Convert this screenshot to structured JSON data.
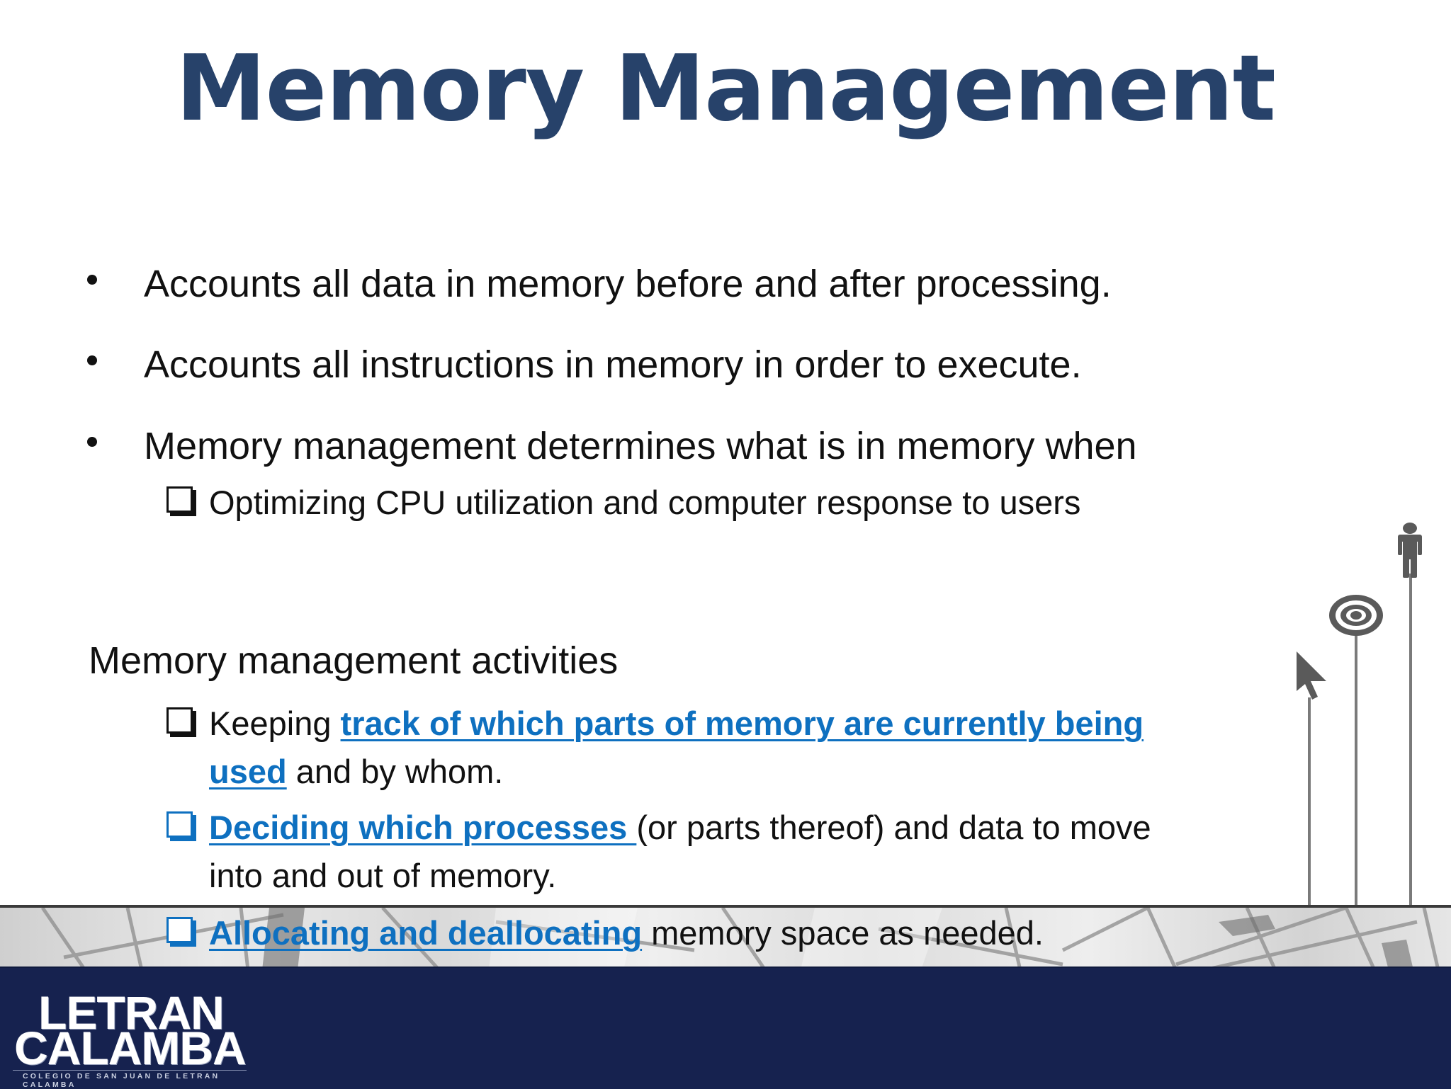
{
  "slide": {
    "title": "Memory Management",
    "colors": {
      "title": "#27426A",
      "body_text": "#111111",
      "link": "#0E70C0",
      "footer_bg": "#16224F",
      "decoration": "#5a5a5a"
    },
    "bullets": [
      {
        "text": "Accounts all data in memory before and after processing."
      },
      {
        "text": "Accounts all instructions in memory in order to execute."
      },
      {
        "text": "Memory management determines what is in memory when",
        "sub_items": [
          {
            "text": "Optimizing CPU utilization and computer response to users"
          }
        ]
      }
    ],
    "activities": {
      "heading": "Memory management activities",
      "items": [
        {
          "prefix": "Keeping ",
          "link_line1": "track of which parts of memory are currently being",
          "link_line2": "used",
          "suffix": " and by whom.",
          "box_color": "black"
        },
        {
          "link": "Deciding which processes ",
          "suffix_line1": "(or parts thereof) and data to move",
          "suffix_line2": "into and out of memory.",
          "box_color": "blue"
        },
        {
          "link": "Allocating and deallocating",
          "suffix": " memory space as needed.",
          "box_color": "blue"
        }
      ]
    },
    "decoration": {
      "icons": [
        "pointer-arrow-icon",
        "target-icon",
        "person-icon"
      ]
    }
  },
  "footer": {
    "logo": {
      "line1": "LETRAN",
      "line2": "CALAMBA",
      "subtitle": "COLEGIO DE SAN JUAN DE LETRAN CALAMBA"
    }
  }
}
